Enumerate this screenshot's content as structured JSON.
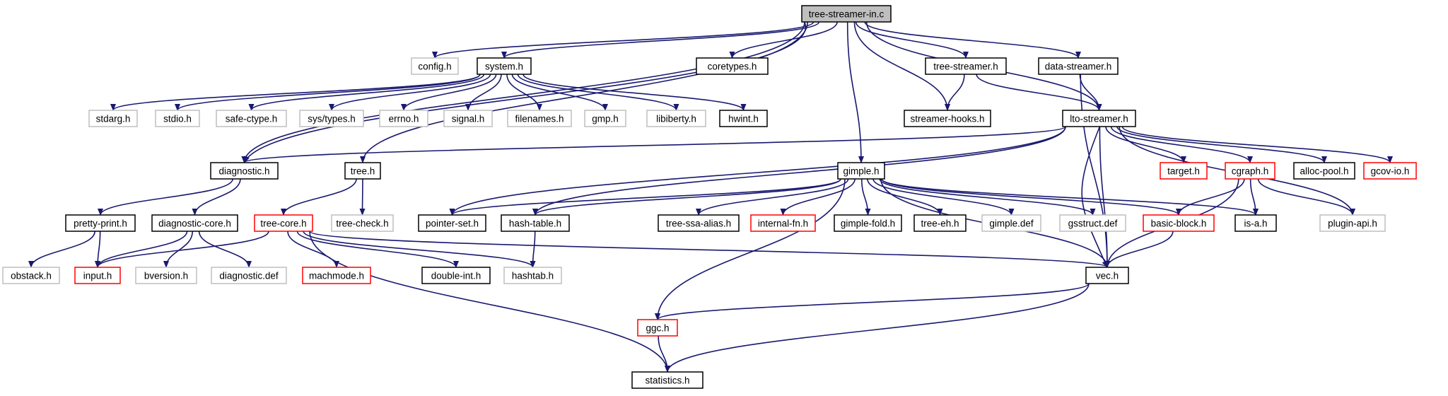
{
  "graph": {
    "root": "tree-streamer-in.c",
    "edge_color": "#191970",
    "root_fill": "#bfbfbf",
    "border_colors": {
      "black": "#000000",
      "grey": "#bfbfbf",
      "red": "#ff0000"
    },
    "nodes": [
      {
        "id": "tree-streamer-in-c",
        "label": "tree-streamer-in.c",
        "style": "root"
      },
      {
        "id": "config-h",
        "label": "config.h",
        "style": "grey"
      },
      {
        "id": "system-h",
        "label": "system.h",
        "style": "black"
      },
      {
        "id": "coretypes-h",
        "label": "coretypes.h",
        "style": "black"
      },
      {
        "id": "tree-streamer-h",
        "label": "tree-streamer.h",
        "style": "black"
      },
      {
        "id": "data-streamer-h",
        "label": "data-streamer.h",
        "style": "black"
      },
      {
        "id": "stdarg-h",
        "label": "stdarg.h",
        "style": "grey"
      },
      {
        "id": "stdio-h",
        "label": "stdio.h",
        "style": "grey"
      },
      {
        "id": "safe-ctype-h",
        "label": "safe-ctype.h",
        "style": "grey"
      },
      {
        "id": "sys-types-h",
        "label": "sys/types.h",
        "style": "grey"
      },
      {
        "id": "errno-h",
        "label": "errno.h",
        "style": "grey"
      },
      {
        "id": "signal-h",
        "label": "signal.h",
        "style": "grey"
      },
      {
        "id": "filenames-h",
        "label": "filenames.h",
        "style": "grey"
      },
      {
        "id": "gmp-h",
        "label": "gmp.h",
        "style": "grey"
      },
      {
        "id": "libiberty-h",
        "label": "libiberty.h",
        "style": "grey"
      },
      {
        "id": "hwint-h",
        "label": "hwint.h",
        "style": "black"
      },
      {
        "id": "streamer-hooks-h",
        "label": "streamer-hooks.h",
        "style": "black"
      },
      {
        "id": "lto-streamer-h",
        "label": "lto-streamer.h",
        "style": "black"
      },
      {
        "id": "diagnostic-h",
        "label": "diagnostic.h",
        "style": "black"
      },
      {
        "id": "tree-h",
        "label": "tree.h",
        "style": "black"
      },
      {
        "id": "gimple-h",
        "label": "gimple.h",
        "style": "black"
      },
      {
        "id": "target-h",
        "label": "target.h",
        "style": "red"
      },
      {
        "id": "cgraph-h",
        "label": "cgraph.h",
        "style": "red"
      },
      {
        "id": "alloc-pool-h",
        "label": "alloc-pool.h",
        "style": "black"
      },
      {
        "id": "gcov-io-h",
        "label": "gcov-io.h",
        "style": "red"
      },
      {
        "id": "pretty-print-h",
        "label": "pretty-print.h",
        "style": "black"
      },
      {
        "id": "diagnostic-core-h",
        "label": "diagnostic-core.h",
        "style": "black"
      },
      {
        "id": "tree-core-h",
        "label": "tree-core.h",
        "style": "red"
      },
      {
        "id": "tree-check-h",
        "label": "tree-check.h",
        "style": "grey"
      },
      {
        "id": "pointer-set-h",
        "label": "pointer-set.h",
        "style": "black"
      },
      {
        "id": "hash-table-h",
        "label": "hash-table.h",
        "style": "black"
      },
      {
        "id": "tree-ssa-alias-h",
        "label": "tree-ssa-alias.h",
        "style": "black"
      },
      {
        "id": "internal-fn-h",
        "label": "internal-fn.h",
        "style": "red"
      },
      {
        "id": "gimple-fold-h",
        "label": "gimple-fold.h",
        "style": "black"
      },
      {
        "id": "tree-eh-h",
        "label": "tree-eh.h",
        "style": "black"
      },
      {
        "id": "gimple-def",
        "label": "gimple.def",
        "style": "grey"
      },
      {
        "id": "gsstruct-def",
        "label": "gsstruct.def",
        "style": "grey"
      },
      {
        "id": "basic-block-h",
        "label": "basic-block.h",
        "style": "red"
      },
      {
        "id": "is-a-h",
        "label": "is-a.h",
        "style": "black"
      },
      {
        "id": "plugin-api-h",
        "label": "plugin-api.h",
        "style": "grey"
      },
      {
        "id": "obstack-h",
        "label": "obstack.h",
        "style": "grey"
      },
      {
        "id": "input-h",
        "label": "input.h",
        "style": "red"
      },
      {
        "id": "bversion-h",
        "label": "bversion.h",
        "style": "grey"
      },
      {
        "id": "diagnostic-def",
        "label": "diagnostic.def",
        "style": "grey"
      },
      {
        "id": "machmode-h",
        "label": "machmode.h",
        "style": "red"
      },
      {
        "id": "double-int-h",
        "label": "double-int.h",
        "style": "black"
      },
      {
        "id": "hashtab-h",
        "label": "hashtab.h",
        "style": "grey"
      },
      {
        "id": "vec-h",
        "label": "vec.h",
        "style": "black"
      },
      {
        "id": "ggc-h",
        "label": "ggc.h",
        "style": "red"
      },
      {
        "id": "statistics-h",
        "label": "statistics.h",
        "style": "black"
      }
    ],
    "edges": [
      [
        "tree-streamer-in-c",
        "config-h"
      ],
      [
        "tree-streamer-in-c",
        "system-h"
      ],
      [
        "tree-streamer-in-c",
        "coretypes-h"
      ],
      [
        "tree-streamer-in-c",
        "tree-streamer-h"
      ],
      [
        "tree-streamer-in-c",
        "data-streamer-h"
      ],
      [
        "tree-streamer-in-c",
        "streamer-hooks-h"
      ],
      [
        "tree-streamer-in-c",
        "lto-streamer-h"
      ],
      [
        "tree-streamer-in-c",
        "diagnostic-h"
      ],
      [
        "tree-streamer-in-c",
        "diagnostic-h"
      ],
      [
        "tree-streamer-in-c",
        "tree-h"
      ],
      [
        "tree-streamer-in-c",
        "gimple-h"
      ],
      [
        "system-h",
        "stdarg-h"
      ],
      [
        "system-h",
        "stdio-h"
      ],
      [
        "system-h",
        "safe-ctype-h"
      ],
      [
        "system-h",
        "sys-types-h"
      ],
      [
        "system-h",
        "errno-h"
      ],
      [
        "system-h",
        "signal-h"
      ],
      [
        "system-h",
        "filenames-h"
      ],
      [
        "system-h",
        "gmp-h"
      ],
      [
        "system-h",
        "libiberty-h"
      ],
      [
        "system-h",
        "hwint-h"
      ],
      [
        "tree-streamer-h",
        "streamer-hooks-h"
      ],
      [
        "tree-streamer-h",
        "lto-streamer-h"
      ],
      [
        "data-streamer-h",
        "lto-streamer-h"
      ],
      [
        "data-streamer-h",
        "vec-h"
      ],
      [
        "lto-streamer-h",
        "diagnostic-h"
      ],
      [
        "lto-streamer-h",
        "hash-table-h"
      ],
      [
        "lto-streamer-h",
        "pointer-set-h"
      ],
      [
        "lto-streamer-h",
        "target-h"
      ],
      [
        "lto-streamer-h",
        "cgraph-h"
      ],
      [
        "lto-streamer-h",
        "alloc-pool-h"
      ],
      [
        "lto-streamer-h",
        "gcov-io-h"
      ],
      [
        "lto-streamer-h",
        "plugin-api-h"
      ],
      [
        "lto-streamer-h",
        "vec-h"
      ],
      [
        "lto-streamer-h",
        "vec-h"
      ],
      [
        "diagnostic-h",
        "pretty-print-h"
      ],
      [
        "diagnostic-h",
        "diagnostic-core-h"
      ],
      [
        "pretty-print-h",
        "obstack-h"
      ],
      [
        "pretty-print-h",
        "input-h"
      ],
      [
        "diagnostic-core-h",
        "input-h"
      ],
      [
        "diagnostic-core-h",
        "bversion-h"
      ],
      [
        "diagnostic-core-h",
        "diagnostic-def"
      ],
      [
        "tree-h",
        "tree-core-h"
      ],
      [
        "tree-h",
        "tree-check-h"
      ],
      [
        "tree-core-h",
        "input-h"
      ],
      [
        "tree-core-h",
        "machmode-h"
      ],
      [
        "tree-core-h",
        "double-int-h"
      ],
      [
        "tree-core-h",
        "hashtab-h"
      ],
      [
        "tree-core-h",
        "vec-h"
      ],
      [
        "tree-core-h",
        "statistics-h"
      ],
      [
        "gimple-h",
        "pointer-set-h"
      ],
      [
        "gimple-h",
        "hash-table-h"
      ],
      [
        "gimple-h",
        "tree-ssa-alias-h"
      ],
      [
        "gimple-h",
        "internal-fn-h"
      ],
      [
        "gimple-h",
        "gimple-fold-h"
      ],
      [
        "gimple-h",
        "tree-eh-h"
      ],
      [
        "gimple-h",
        "gimple-def"
      ],
      [
        "gimple-h",
        "gsstruct-def"
      ],
      [
        "gimple-h",
        "basic-block-h"
      ],
      [
        "gimple-h",
        "is-a-h"
      ],
      [
        "gimple-h",
        "ggc-h"
      ],
      [
        "gimple-h",
        "vec-h"
      ],
      [
        "hash-table-h",
        "hashtab-h"
      ],
      [
        "cgraph-h",
        "basic-block-h"
      ],
      [
        "cgraph-h",
        "is-a-h"
      ],
      [
        "cgraph-h",
        "plugin-api-h"
      ],
      [
        "cgraph-h",
        "vec-h"
      ],
      [
        "basic-block-h",
        "vec-h"
      ],
      [
        "vec-h",
        "ggc-h"
      ],
      [
        "vec-h",
        "statistics-h"
      ],
      [
        "ggc-h",
        "statistics-h"
      ]
    ]
  }
}
